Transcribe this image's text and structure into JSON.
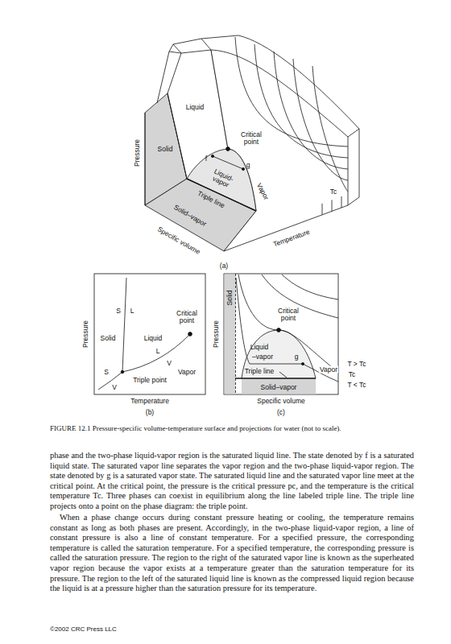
{
  "diagram": {
    "caption": "FIGURE 12.1 Pressure-specific volume-temperature surface and projections for water (not to scale).",
    "labels": [
      "Liquid",
      "Solid",
      "Pressure",
      "Critical point",
      "f",
      "g",
      "Liquid-vapor",
      "Triple line",
      "Vapor",
      "Solid–vapor",
      "Specific volume",
      "Tc",
      "Temperature",
      "(a)",
      "S",
      "L",
      "Solid",
      "Liquid",
      "Critical point",
      "L",
      "V",
      "Vapor",
      "S",
      "V",
      "Triple point",
      "Temperature",
      "Pressure",
      "(b)",
      "Solid",
      "Critical point",
      "Liquid",
      "g",
      "–vapor",
      "Triple line",
      "Vapor",
      "Solid–vapor",
      "T > Tc",
      "Tc",
      "T < Tc",
      "Specific volume",
      "Pressure",
      "(c)",
      "phase and the two-phase liquid-vapor region is the saturated liquid line. The state denoted by f is a saturated liquid state. The saturated vapor line separates the vapor region and the two-phase liquid-vapor region. The state denoted by g is a saturated vapor state. The saturated liquid line and the saturated vapor line meet at the critical point. At the critical point, the pressure is the critical pressure pc, and the temperature is the critical temperature Tc. Three phases can coexist in equilibrium along the line labeled triple line. The triple line projects onto a point on the phase diagram: the triple point.",
      "When a phase change occurs during constant pressure heating or cooling, the temperature remains constant as long as both phases are present. Accordingly, in the two-phase liquid-vapor region, a line of constant pressure is also a line of constant temperature. For a specified pressure, the corresponding temperature is called the saturation temperature. For a specified temperature, the corresponding pressure is called the saturation pressure. The region to the right of the saturated vapor line is known as the superheated vapor region because the vapor exists at a temperature greater than the saturation temperature for its pressure. The region to the left of the saturated liquid line is known as the compressed liquid region because the liquid is at a pressure higher than the saturation pressure for its temperature.",
      "©2002 CRC Press LLC"
    ]
  }
}
